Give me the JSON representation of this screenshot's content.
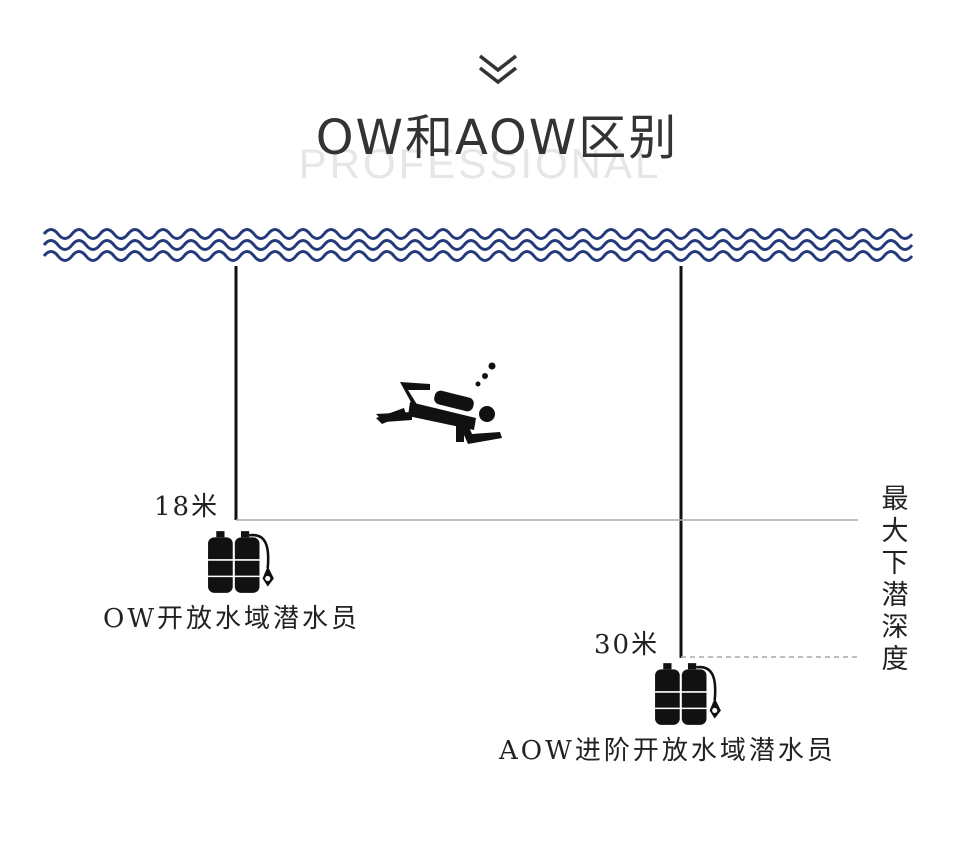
{
  "header": {
    "title": "OW和AOW区别",
    "watermark": "PROFESSIONAL",
    "icon": "double-chevron-down-icon"
  },
  "levels": [
    {
      "depth_label": "18米",
      "diver_label": "OW开放水域潜水员",
      "icon": "scuba-tank-icon"
    },
    {
      "depth_label": "30米",
      "diver_label": "AOW进阶开放水域潜水员",
      "icon": "scuba-tank-icon"
    }
  ],
  "side_label": "最大下潜深度",
  "icons": {
    "surface": "water-waves-icon",
    "swimmer": "scuba-diver-icon"
  },
  "colors": {
    "wave": "#253a7a",
    "line": "#111111",
    "dashed": "#aaaaaa",
    "text": "#222222"
  }
}
